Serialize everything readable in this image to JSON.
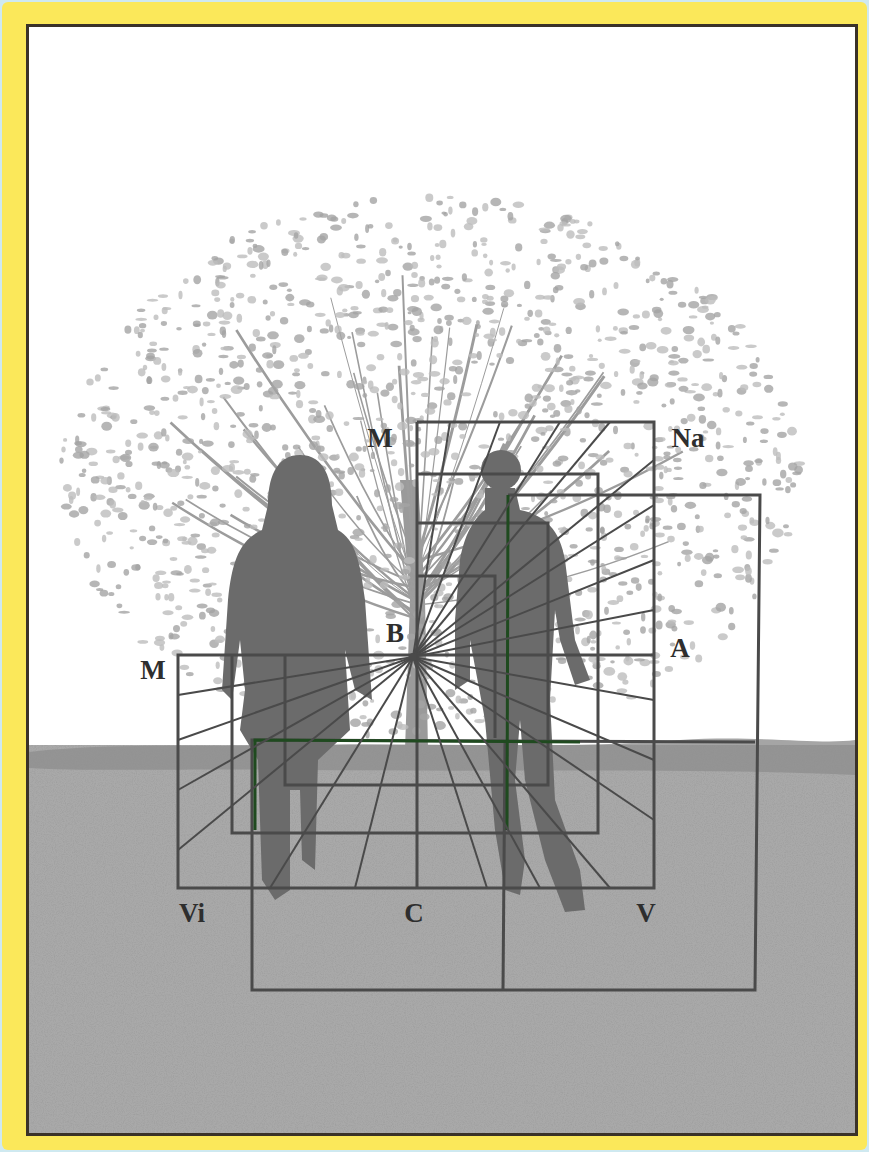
{
  "diagram": {
    "labels": [
      "M",
      "Na",
      "B",
      "A",
      "M",
      "Vi",
      "C",
      "V"
    ]
  }
}
